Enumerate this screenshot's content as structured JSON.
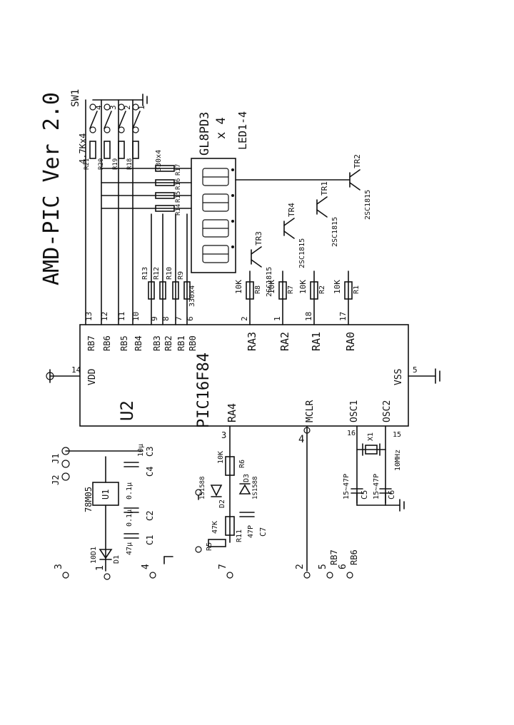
{
  "title": "AMD-PIC  Ver 2.0",
  "display": {
    "part": "GL8PD3",
    "qty": "x 4",
    "ref": "LED1-4",
    "resistors": "330x4"
  },
  "switch": {
    "ref": "SW1",
    "resistors": "4.7Kx4",
    "pins": [
      "4",
      "3",
      "2",
      "1"
    ]
  },
  "mcu": {
    "ref": "U2",
    "part": "PIC16F84",
    "vdd": "VDD",
    "vss": "VSS",
    "vdd_pin": "14",
    "vss_pin": "5",
    "portb": [
      {
        "name": "RB7",
        "pin": "13"
      },
      {
        "name": "RB6",
        "pin": "12"
      },
      {
        "name": "RB5",
        "pin": "11"
      },
      {
        "name": "RB4",
        "pin": "10"
      },
      {
        "name": "RB3",
        "pin": "9"
      },
      {
        "name": "RB2",
        "pin": "8"
      },
      {
        "name": "RB1",
        "pin": "7"
      },
      {
        "name": "RB0",
        "pin": "6"
      }
    ],
    "porta": [
      {
        "name": "RA3",
        "pin": "2"
      },
      {
        "name": "RA2",
        "pin": "1"
      },
      {
        "name": "RA1",
        "pin": "18"
      },
      {
        "name": "RA0",
        "pin": "17"
      }
    ],
    "ra4": "RA4",
    "ra4_pin": "3",
    "mclr": "MCLR",
    "mclr_pin": "4",
    "osc1": "OSC1",
    "osc1_pin": "16",
    "osc2": "OSC2",
    "osc2_pin": "15"
  },
  "labels": {
    "r21": "R21",
    "r20": "R20",
    "r19": "R19",
    "r18": "R18",
    "r17": "R17",
    "r16": "R16",
    "r15": "R15",
    "r14": "R14",
    "r13": "R13",
    "r12": "R12",
    "r10": "R10",
    "r9": "R9",
    "r8": "R8",
    "r7": "R7",
    "r2": "R2",
    "r1": "R1",
    "r11": "R11",
    "r6": "R6",
    "r5": "R5",
    "tr1": "TR1",
    "tr2": "TR2",
    "tr3": "TR3",
    "tr4": "TR4",
    "trtype": "2SC1815",
    "res10k": "10K",
    "res330x4": "330x4",
    "res47k": "47K",
    "res10k_b": "10K",
    "d1": "D1",
    "d2": "D2",
    "d3": "D3",
    "diode1": "10D1",
    "diode2": "1S1588",
    "diode3": "1S1588",
    "u1": "U1",
    "reg": "78M05",
    "c1": "C1",
    "c2": "C2",
    "c3": "C3",
    "c4": "C4",
    "c5": "C5",
    "c6": "C6",
    "c7": "C7",
    "cap47u": "47µ",
    "cap01a": "0.1µ",
    "cap01b": "0.1µ",
    "cap10u": "10µ",
    "c15_47a": "15~47P",
    "c15_47b": "15~47P",
    "xtal": "10MHz",
    "xtal_ref": "X1",
    "c47p": "47P",
    "j1": "J1",
    "j2": "J2",
    "out3": "3",
    "out4": "4",
    "out2": "2",
    "out5": "5",
    "out6": "6",
    "out7": "7",
    "out1": "1",
    "rb7": "RB7",
    "rb6": "RB6",
    "pin3": "3",
    "pin4": "4"
  }
}
